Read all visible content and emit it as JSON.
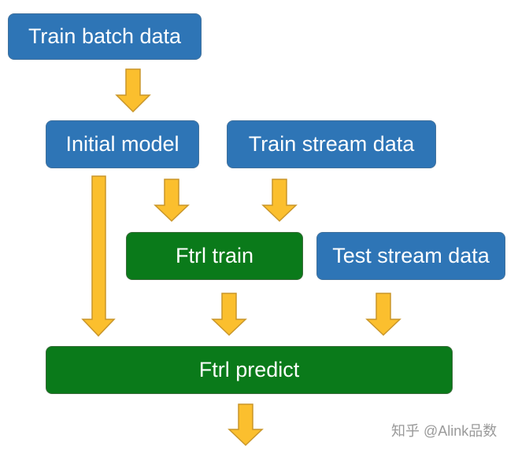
{
  "nodes": {
    "train_batch_data": "Train batch data",
    "initial_model": "Initial model",
    "train_stream_data": "Train stream data",
    "ftrl_train": "Ftrl train",
    "test_stream_data": "Test stream data",
    "ftrl_predict": "Ftrl predict"
  },
  "colors": {
    "blue_box": "#2e75b6",
    "green_box": "#0a7a1a",
    "arrow_fill": "#fbbf2e",
    "arrow_stroke": "#c9962a"
  },
  "watermark": "知乎 @Alink品数"
}
